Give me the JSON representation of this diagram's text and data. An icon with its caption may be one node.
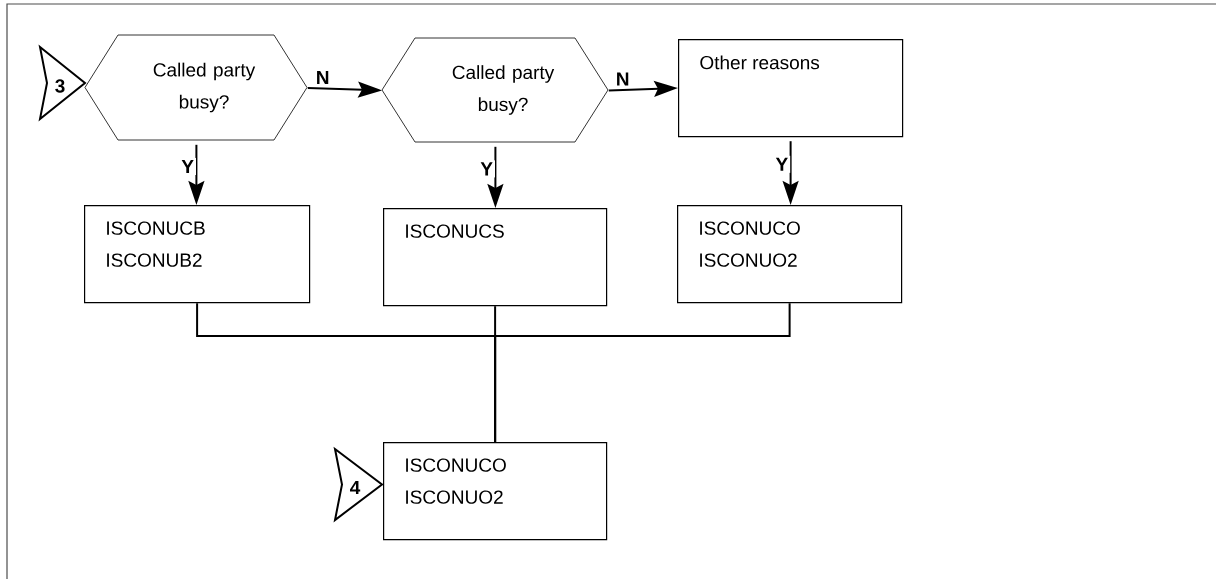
{
  "diagram": {
    "nodes": [
      {
        "text": [
          "3"
        ]
      },
      {
        "text": [
          "Called party busy?"
        ]
      },
      {
        "text": [
          "Called party busy?"
        ]
      },
      {
        "text": [
          "Other reasons"
        ]
      },
      {
        "text": [
          "ISCONUCB",
          "ISCONUB2"
        ]
      },
      {
        "text": [
          "ISCONUCS"
        ]
      },
      {
        "text": [
          "ISCONUCO",
          "ISCONUO2"
        ]
      },
      {
        "text": [
          "4"
        ]
      },
      {
        "text": [
          "ISCONUCO",
          "ISCONUO2"
        ]
      }
    ],
    "edges": [
      {
        "from": 1,
        "to": 2,
        "arrow": "to",
        "label": "N"
      },
      {
        "from": 2,
        "to": 3,
        "arrow": "to",
        "label": "N"
      },
      {
        "from": 1,
        "to": 4,
        "arrow": "to",
        "label": "Y"
      },
      {
        "from": 2,
        "to": 5,
        "arrow": "to",
        "label": "Y"
      },
      {
        "from": 3,
        "to": 6,
        "arrow": "to",
        "label": "Y"
      },
      {
        "from": 4,
        "to": 8,
        "arrow": "none"
      },
      {
        "from": 5,
        "to": 8,
        "arrow": "none"
      },
      {
        "from": 6,
        "to": 8,
        "arrow": "none"
      }
    ]
  }
}
